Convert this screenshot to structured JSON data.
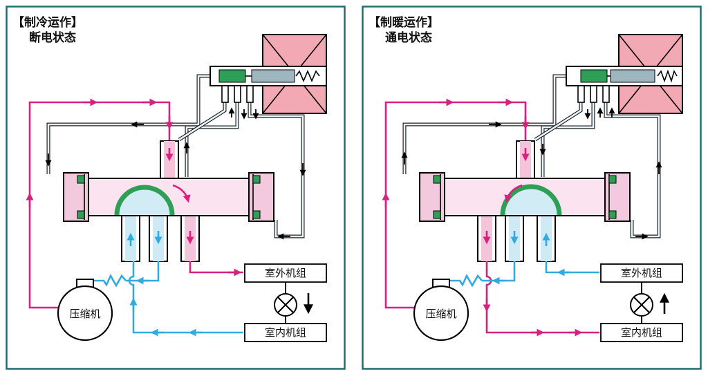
{
  "colors": {
    "hot_flow": "#d6217e",
    "cold_flow": "#31aadf",
    "slide_green": "#2f9e57",
    "coil_pink": "#f3a9b3",
    "valve_body_pink": "#fbe4ef",
    "valve_cap_pink": "#f3c9dd",
    "hot_bore": "#f5c3da",
    "cold_bore": "#cdeaf5",
    "plunger_gray": "#9eb6c0",
    "panel_border": "#1f6f6f"
  },
  "panels": [
    {
      "title": "【制冷运作】",
      "subtitle": "断电状态",
      "compressor_label": "压缩机",
      "outdoor_label": "室外机组",
      "indoor_label": "室内机组",
      "expansion_flow": "down"
    },
    {
      "title": "【制暖运作】",
      "subtitle": "通电状态",
      "compressor_label": "压缩机",
      "outdoor_label": "室外机组",
      "indoor_label": "室内机组",
      "expansion_flow": "up"
    }
  ]
}
